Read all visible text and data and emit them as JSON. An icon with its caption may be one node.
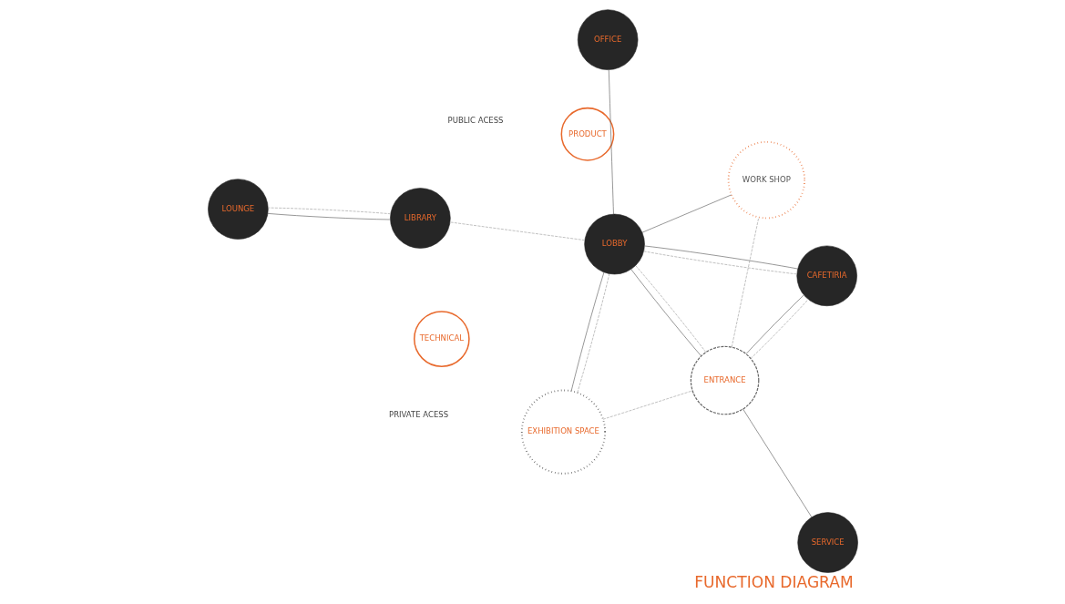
{
  "diagram": {
    "title": "FUNCTION DIAGRAM",
    "nodes": [
      {
        "text": [
          "EXHIBITION SPACE"
        ]
      },
      {
        "text": [
          "WORK SHOP"
        ]
      },
      {
        "text": [
          "TECHNICAL"
        ]
      },
      {
        "text": [
          "PRODUCT"
        ]
      },
      {
        "text": [
          "ENTRANCE"
        ]
      },
      {
        "text": [
          "LOBBY"
        ]
      },
      {
        "text": [
          "LIBRARY"
        ]
      },
      {
        "text": [
          "OFFICE"
        ]
      },
      {
        "text": [
          "LOUNGE"
        ]
      },
      {
        "text": [
          "CAFETIRIA"
        ]
      },
      {
        "text": [
          "SERVICE"
        ]
      }
    ],
    "edges": [
      {
        "from": 0,
        "to": 5,
        "arrow": "none"
      },
      {
        "from": 0,
        "to": 5,
        "arrow": "none",
        "style": "dashed"
      },
      {
        "from": 0,
        "to": 4,
        "arrow": "none",
        "style": "dashed"
      },
      {
        "from": 4,
        "to": 5,
        "arrow": "none"
      },
      {
        "from": 4,
        "to": 5,
        "arrow": "none",
        "style": "dashed"
      },
      {
        "from": 4,
        "to": 1,
        "arrow": "none",
        "style": "dashed"
      },
      {
        "from": 5,
        "to": 1,
        "arrow": "none"
      },
      {
        "from": 5,
        "to": 7,
        "arrow": "none"
      },
      {
        "from": 5,
        "to": 6,
        "arrow": "none",
        "style": "dashed"
      },
      {
        "from": 6,
        "to": 8,
        "arrow": "none"
      },
      {
        "from": 6,
        "to": 8,
        "arrow": "none",
        "style": "dashed"
      },
      {
        "from": 4,
        "to": 9,
        "arrow": "none"
      },
      {
        "from": 4,
        "to": 9,
        "arrow": "none",
        "style": "dashed"
      },
      {
        "from": 5,
        "to": 9,
        "arrow": "none"
      },
      {
        "from": 5,
        "to": 9,
        "arrow": "none",
        "style": "dashed"
      },
      {
        "from": 10,
        "to": 4,
        "arrow": "none"
      }
    ],
    "legend": [
      {
        "text": "PUBLIC ACESS"
      },
      {
        "text": "PRIVATE ACESS"
      }
    ]
  }
}
